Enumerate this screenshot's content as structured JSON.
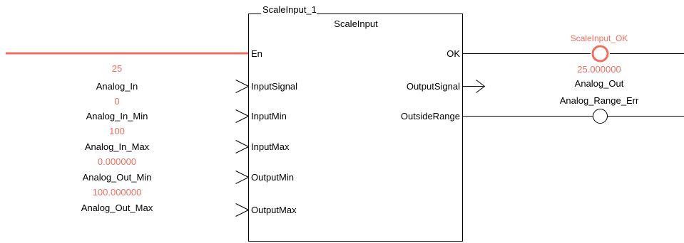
{
  "block": {
    "instance_name": "ScaleInput_1",
    "type_name": "ScaleInput"
  },
  "pins": {
    "inputs": {
      "en": "En",
      "input_signal": "InputSignal",
      "input_min": "InputMin",
      "input_max": "InputMax",
      "output_min": "OutputMin",
      "output_max": "OutputMax"
    },
    "outputs": {
      "ok": "OK",
      "output_signal": "OutputSignal",
      "outside_range": "OutsideRange"
    }
  },
  "input_vars": [
    {
      "value": "25",
      "name": "Analog_In"
    },
    {
      "value": "0",
      "name": "Analog_In_Min"
    },
    {
      "value": "100",
      "name": "Analog_In_Max"
    },
    {
      "value": "0.000000",
      "name": "Analog_Out_Min"
    },
    {
      "value": "100.000000",
      "name": "Analog_Out_Max"
    }
  ],
  "output_vars": {
    "ok_coil": "ScaleInput_OK",
    "output_value": "25.000000",
    "output_name": "Analog_Out",
    "range_err_coil": "Analog_Range_Err"
  },
  "colors": {
    "active": "#f16d5f",
    "line": "#000000"
  }
}
